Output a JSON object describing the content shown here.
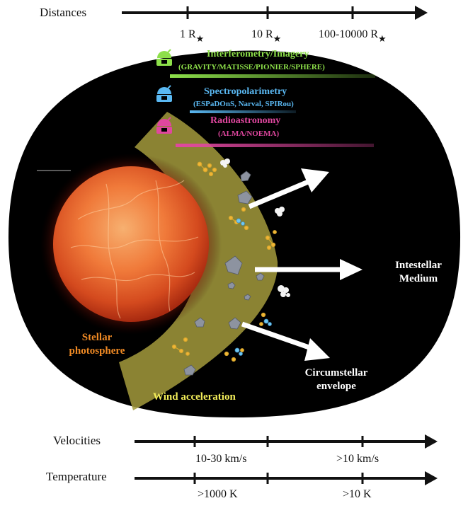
{
  "axes": {
    "distances": {
      "title": "Distances",
      "ticks": [
        "1 R",
        "10 R",
        "100-10000 R"
      ],
      "star_glyph": "★"
    },
    "velocities": {
      "title": "Velocities",
      "ticks": [
        "10-30 km/s",
        ">10 km/s"
      ]
    },
    "temperature": {
      "title": "Temperature",
      "ticks": [
        ">1000 K",
        ">10 K"
      ]
    }
  },
  "techniques": [
    {
      "title": "Interferometry/Imagery",
      "instruments": "(GRAVITY/MATISSE/PIONIER/SPHERE)",
      "color": "#8de04a",
      "icon": "telescope-dome-icon"
    },
    {
      "title": "Spectropolarimetry",
      "instruments": "(ESPaDOnS, Narval, SPIRou)",
      "color": "#5ab8f2",
      "icon": "telescope-dome-icon"
    },
    {
      "title": "Radioastronomy",
      "instruments": "(ALMA/NOEMA)",
      "color": "#e0479f",
      "icon": "telescope-dome-icon"
    }
  ],
  "regions": {
    "photosphere": {
      "line1": "Stellar",
      "line2": "photosphere",
      "color": "#f08a24"
    },
    "wind": {
      "label": "Wind acceleration",
      "color": "#f3ee5a"
    },
    "envelope": {
      "line1": "Circumstellar",
      "line2": "envelope"
    },
    "ism": {
      "line1": "Intestellar",
      "line2": "Medium"
    }
  },
  "colors": {
    "background": "#000000",
    "wind_band": "#a39a3c",
    "arrows": "#ffffff"
  }
}
